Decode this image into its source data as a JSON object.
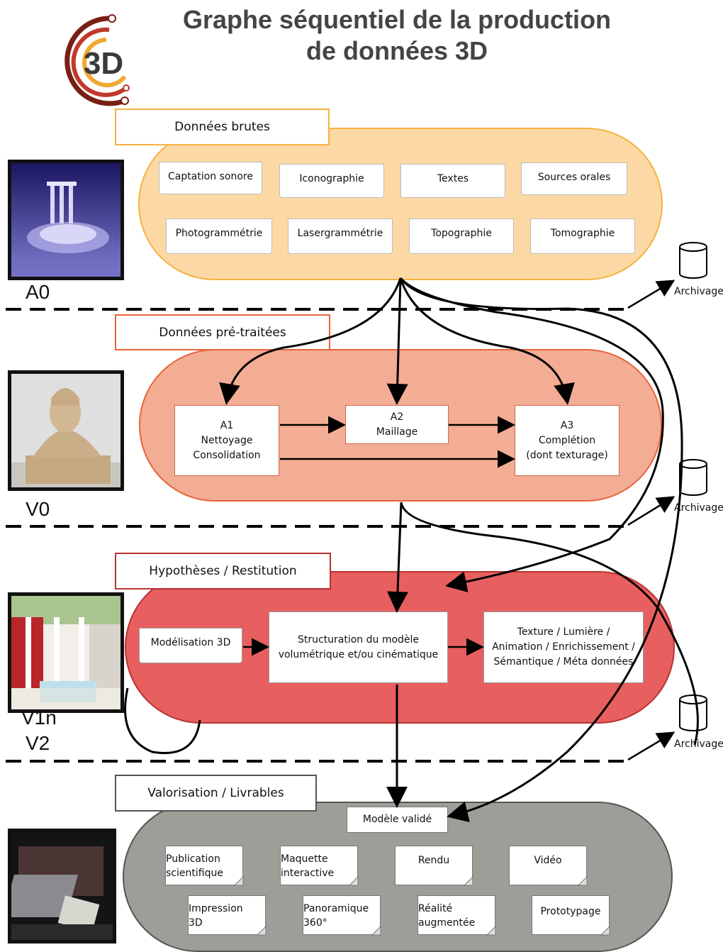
{
  "title": "Graphe séquentiel de la production de données 3D",
  "logo": {
    "text": "3D"
  },
  "sections": {
    "raw": {
      "label": "Données brutes",
      "items": [
        "Captation sonore",
        "Iconographie",
        "Textes",
        "Sources orales",
        "Photogrammétrie",
        "Lasergrammétrie",
        "Topographie",
        "Tomographie"
      ]
    },
    "pre": {
      "label": "Données pré-traitées",
      "a1": [
        "A1",
        "Nettoyage",
        "Consolidation"
      ],
      "a2": [
        "A2",
        "Maillage"
      ],
      "a3": [
        "A3",
        "Complétion",
        "(dont texturage)"
      ]
    },
    "hyp": {
      "label": "Hypothèses / Restitution",
      "modelisation": "Modélisation 3D",
      "structuration": [
        "Structuration du modèle",
        "volumétrique et/ou cinématique"
      ],
      "texture": [
        "Texture / Lumière /",
        "Animation / Enrichissement /",
        "Sémantique / Méta données"
      ]
    },
    "val": {
      "label": "Valorisation / Livrables",
      "valid": "Modèle validé",
      "items": [
        [
          "Publication",
          "scientifique"
        ],
        [
          "Maquette",
          "interactive"
        ],
        [
          "Rendu"
        ],
        [
          "Vidéo"
        ],
        [
          "Impression",
          "3D"
        ],
        [
          "Panoramique",
          "360°"
        ],
        [
          "Réalité",
          "augmentée"
        ],
        [
          "Prototypage"
        ]
      ]
    }
  },
  "eras": [
    "A0",
    "V0",
    "V1n",
    "V2"
  ],
  "archive_label": "Archivage",
  "colors": {
    "raw_fill": "#fcd9a4",
    "raw_border": "#f5b142",
    "pre_fill": "#f3ad94",
    "pre_border": "#e8643a",
    "hyp_fill": "#e85f5f",
    "hyp_border": "#b83232",
    "val_fill": "#9e9e98",
    "val_border": "#555555"
  }
}
